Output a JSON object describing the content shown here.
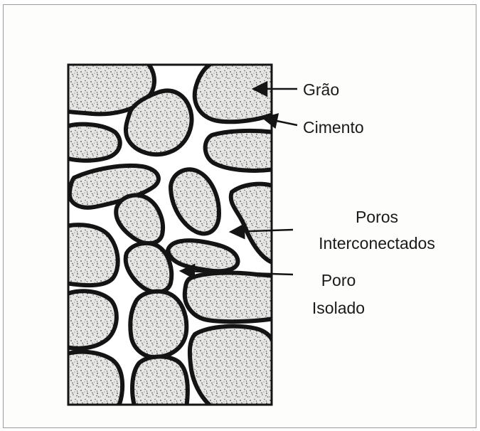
{
  "labels": {
    "grain": "Grão",
    "cement": "Cimento",
    "interconnected_line1": "Poros",
    "interconnected_line2": "Interconectados",
    "isolated_line1": "Poro",
    "isolated_line2": "Isolado"
  },
  "colors": {
    "grain_outline": "#141414",
    "grain_fill": "#e6e6e4",
    "speckle": "#4a4a4a",
    "pore_space": "#ffffff",
    "border": "#9a9a9a"
  }
}
